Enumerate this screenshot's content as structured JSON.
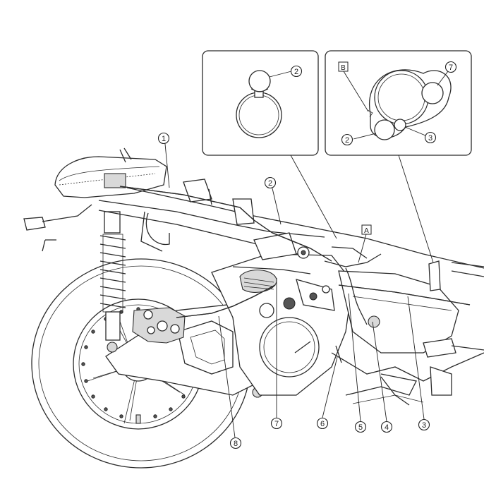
{
  "callouts": {
    "c1": "1",
    "c2_main": "2",
    "c3_main": "3",
    "c4": "4",
    "c5": "5",
    "c6": "6",
    "c7_main": "7",
    "c8": "8",
    "inset_left_2": "2",
    "inset_right_7": "7",
    "inset_right_2": "2",
    "inset_right_3": "3"
  },
  "box_labels": {
    "A": "A",
    "B": "B"
  }
}
